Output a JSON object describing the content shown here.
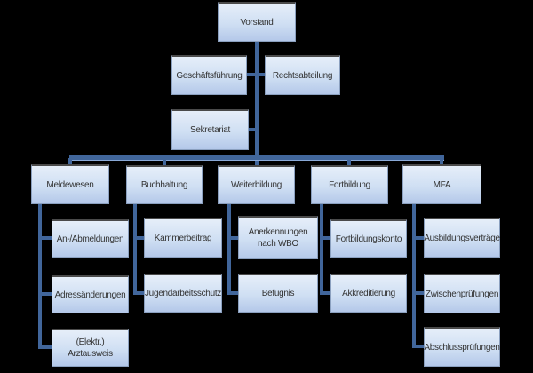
{
  "org": {
    "root": "Vorstand",
    "staff": [
      "Geschäftsführung",
      "Rechtsabteilung"
    ],
    "secretariat": "Sekretariat",
    "departments": [
      {
        "label": "Meldewesen",
        "children": [
          "An-/Abmeldungen",
          "Adressänderungen",
          "(Elektr.) Arztausweis"
        ]
      },
      {
        "label": "Buchhaltung",
        "children": [
          "Kammerbeitrag",
          "Jugendarbeitsschutz"
        ]
      },
      {
        "label": "Weiterbildung",
        "children": [
          "Anerkennungen nach WBO",
          "Befugnis"
        ]
      },
      {
        "label": "Fortbildung",
        "children": [
          "Fortbildungskonto",
          "Akkreditierung"
        ]
      },
      {
        "label": "MFA",
        "children": [
          "Ausbildungsverträge",
          "Zwischenprüfungen",
          "Abschlussprüfungen"
        ]
      }
    ]
  },
  "colors": {
    "connector": "#41669B",
    "box_top": "#e6eef9",
    "box_bottom": "#b4c8e9",
    "box_border": "#8ba0bf",
    "box_border_top": "#4a4a4a",
    "text": "#333333",
    "background": "#000000"
  }
}
